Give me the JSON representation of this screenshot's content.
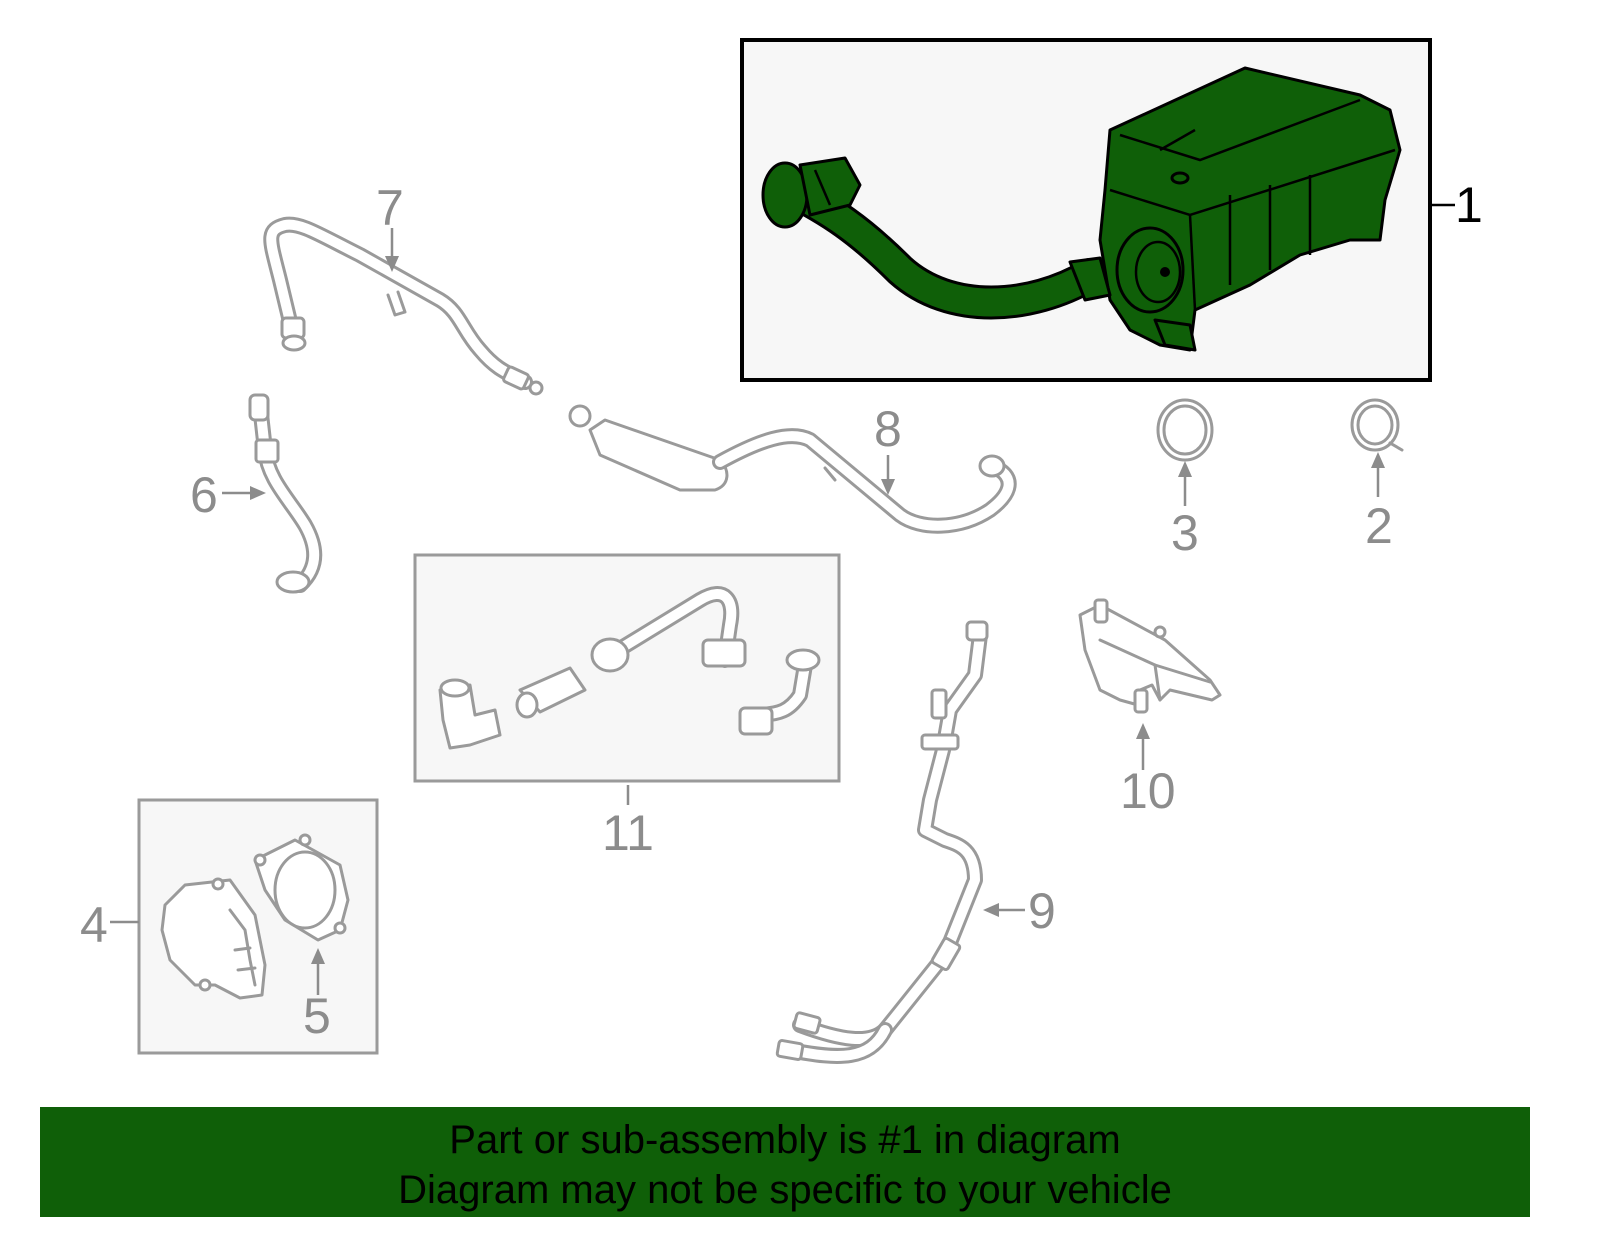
{
  "callouts": [
    "1",
    "2",
    "3",
    "4",
    "5",
    "6",
    "7",
    "8",
    "9",
    "10",
    "11"
  ],
  "banner": {
    "line1": "Part or sub-assembly is #1 in diagram",
    "line2": "Diagram may not be specific to your vehicle"
  },
  "colors": {
    "highlight": "#0f5f08",
    "outline": "#9a9a9a",
    "callout": "#8c8c8c",
    "box_fill": "#f7f7f7"
  }
}
